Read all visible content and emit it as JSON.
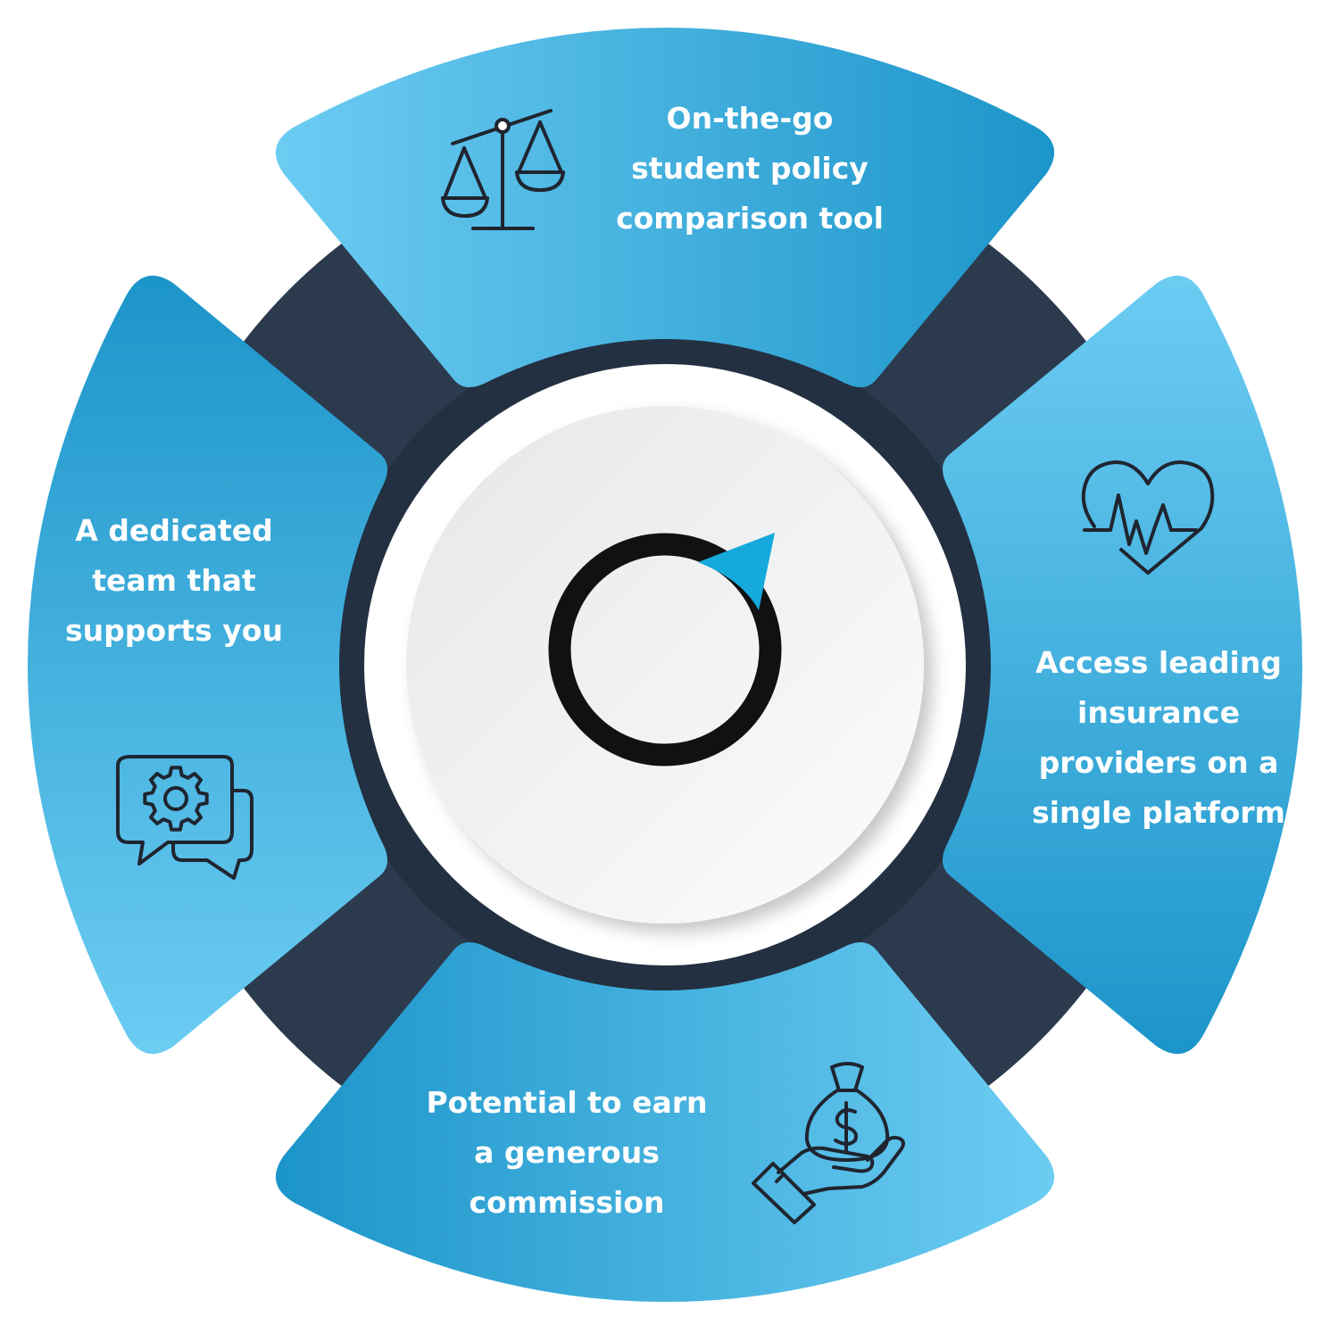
{
  "segments": {
    "top": {
      "lines": [
        "On-the-go",
        "student policy",
        "comparison tool"
      ],
      "icon": "balance-scale-icon"
    },
    "right": {
      "lines": [
        "Access leading",
        "insurance",
        "providers on a",
        "single platform"
      ],
      "icon": "heartbeat-icon"
    },
    "bottom": {
      "lines": [
        "Potential to earn",
        "a generous",
        "commission"
      ],
      "icon": "money-bag-hand-icon"
    },
    "left": {
      "lines": [
        "A dedicated",
        "team that",
        "supports you"
      ],
      "icon": "chat-gear-icon"
    }
  },
  "center": {
    "icon": "ring-arrow-logo-icon"
  },
  "colors": {
    "dark_ring": "#2b3a4d",
    "blue_dark": "#1b94c9",
    "blue_light": "#6dcdf3",
    "accent": "#15a9dc",
    "white": "#ffffff",
    "icon_stroke": "#1f2530"
  }
}
